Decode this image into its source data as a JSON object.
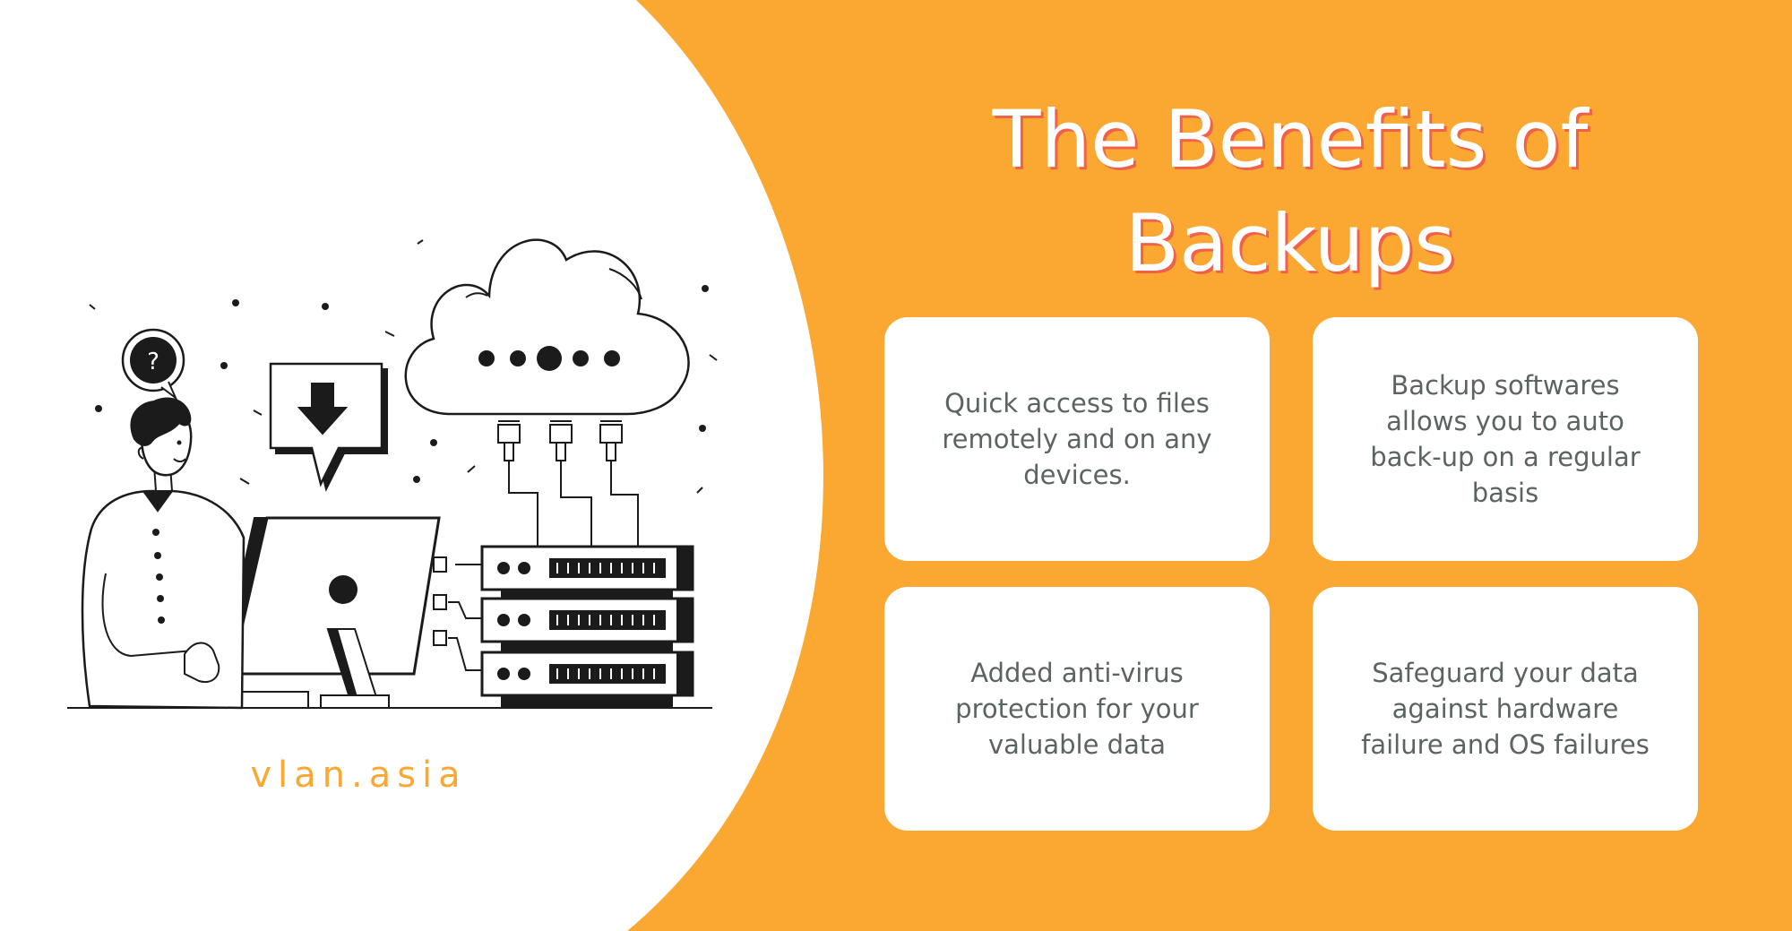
{
  "colors": {
    "accent": "#fba832",
    "card_text": "#5b6461",
    "title_shadow": "#f0614a"
  },
  "title": "The Benefits of Backups",
  "cards": [
    {
      "text": "Quick access to files remotely and on any devices."
    },
    {
      "text": "Backup softwares allows you to auto back-up on a regular basis"
    },
    {
      "text": "Added anti-virus protection for your valuable data"
    },
    {
      "text": "Safeguard your data against hardware failure and OS failures"
    }
  ],
  "brand": "vlan.asia",
  "icons": {
    "person": "person-icon",
    "question": "question-bubble-icon",
    "download": "download-arrow-icon",
    "cloud": "cloud-icon",
    "server": "server-rack-icon",
    "monitor": "monitor-icon"
  }
}
